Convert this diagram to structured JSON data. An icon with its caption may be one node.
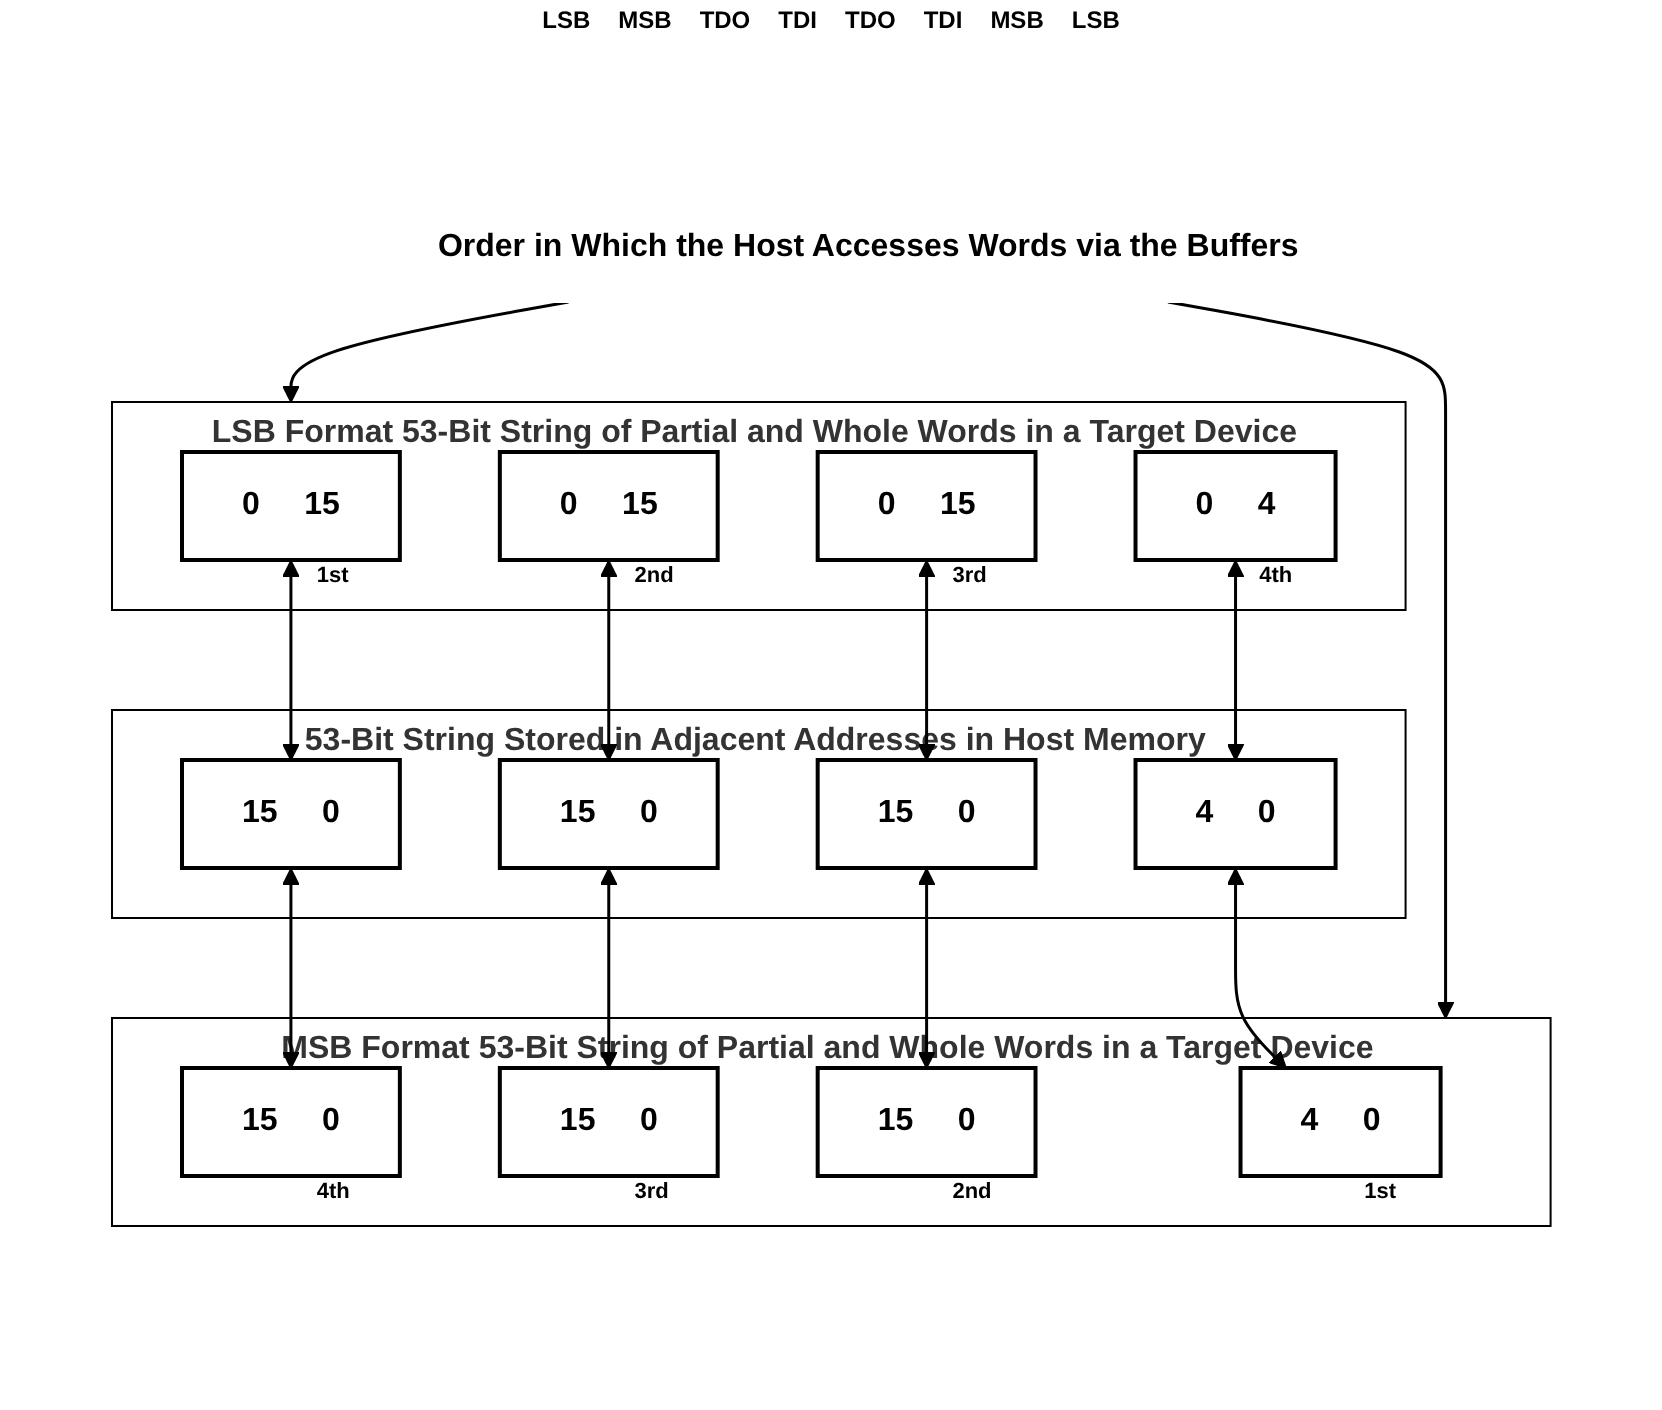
{
  "diagram": {
    "nodes": [
      {
        "text": [
          "LSB Format 53-Bit String of Partial and Whole Words in a Target Device"
        ]
      },
      {
        "text": [
          "0",
          "15"
        ],
        "in": 0,
        "beside": [
          "1st"
        ]
      },
      {
        "text": [
          "0",
          "15"
        ],
        "in": 0,
        "beside": [
          "2nd"
        ]
      },
      {
        "text": [
          "0",
          "15"
        ],
        "in": 0,
        "beside": [
          "3rd"
        ]
      },
      {
        "text": [
          "0",
          "4"
        ],
        "in": 0,
        "beside": [
          "4th"
        ]
      },
      {
        "text": [
          "53-Bit String Stored in Adjacent Addresses in Host Memory"
        ]
      },
      {
        "text": [
          "4",
          "0"
        ],
        "in": 5
      },
      {
        "text": [
          "15",
          "0"
        ],
        "in": 5
      },
      {
        "text": [
          "15",
          "0"
        ],
        "in": 5
      },
      {
        "text": [
          "15",
          "0"
        ],
        "in": 5
      },
      {
        "text": [
          "MSB Format 53-Bit String of Partial and Whole Words in a Target Device"
        ]
      },
      {
        "text": [
          "4",
          "0"
        ],
        "in": 10,
        "beside": [
          "1st"
        ]
      },
      {
        "text": [
          "15",
          "0"
        ],
        "in": 10,
        "beside": [
          "2nd"
        ]
      },
      {
        "text": [
          "15",
          "0"
        ],
        "in": 10,
        "beside": [
          "3rd"
        ]
      },
      {
        "text": [
          "15",
          "0"
        ],
        "in": 10,
        "beside": [
          "4th"
        ]
      },
      {
        "text": [
          "Order in Which the Host Accesses Words via the Buffers"
        ]
      }
    ],
    "edges": [
      {
        "from": 1,
        "to": 9,
        "arrow": "both"
      },
      {
        "from": 2,
        "to": 8,
        "arrow": "both"
      },
      {
        "from": 3,
        "to": 7,
        "arrow": "both"
      },
      {
        "from": 4,
        "to": 6,
        "arrow": "both"
      },
      {
        "from": 6,
        "to": 11,
        "arrow": "both"
      },
      {
        "from": 7,
        "to": 12,
        "arrow": "both"
      },
      {
        "from": 8,
        "to": 13,
        "arrow": "both"
      },
      {
        "from": 9,
        "to": 14,
        "arrow": "both"
      },
      {
        "from": 15,
        "to": 0,
        "arrow": "to"
      },
      {
        "from": 15,
        "to": 10,
        "arrow": "to"
      }
    ],
    "labels": [
      "LSB",
      "MSB",
      "TDO",
      "TDI",
      "TDO",
      "TDI",
      "MSB",
      "LSB"
    ]
  }
}
